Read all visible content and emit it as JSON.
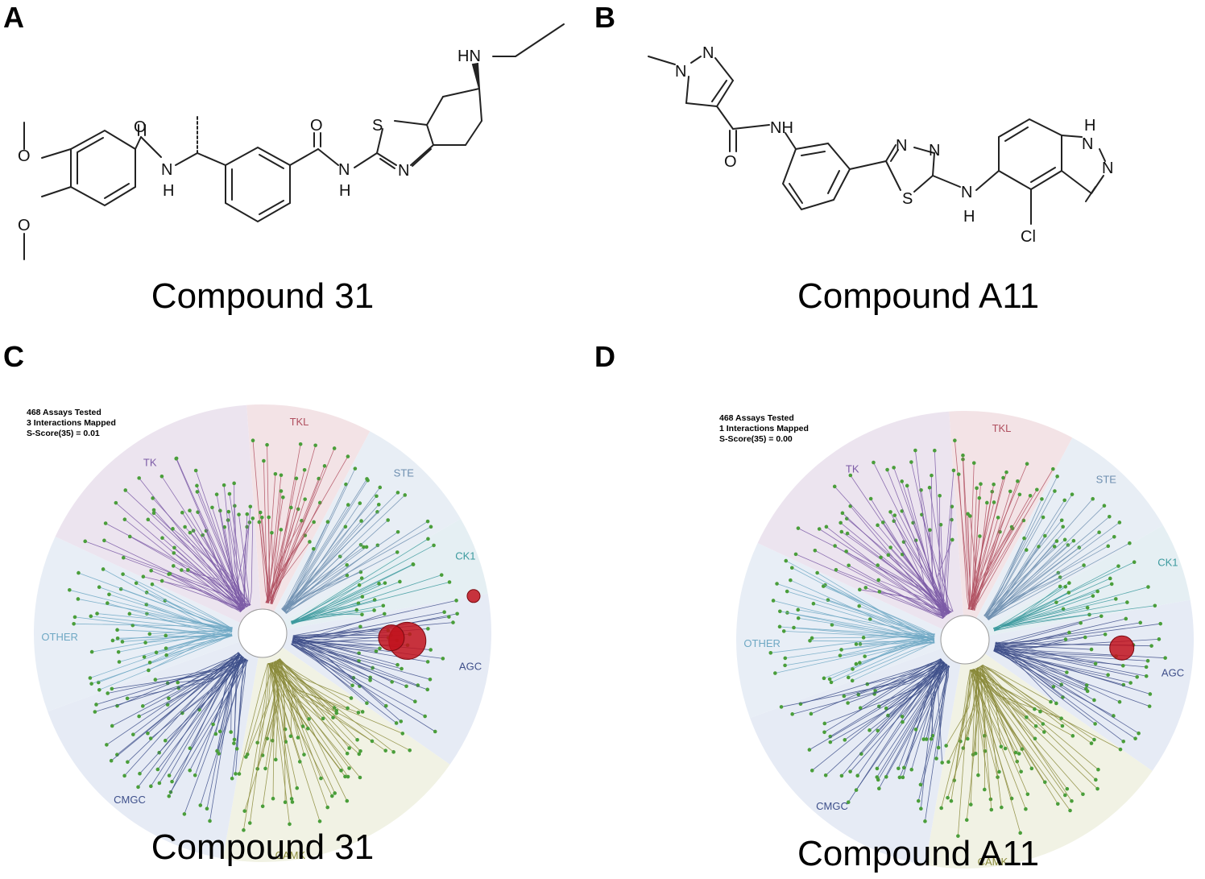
{
  "panels": {
    "A": {
      "letter": "A",
      "caption": "Compound 31"
    },
    "B": {
      "letter": "B",
      "caption": "Compound A11"
    },
    "C": {
      "letter": "C",
      "caption": "Compound 31",
      "stats": [
        "468 Assays Tested",
        "3 Interactions Mapped",
        "S-Score(35) = 0.01"
      ]
    },
    "D": {
      "letter": "D",
      "caption": "Compound A11",
      "stats": [
        "468 Assays Tested",
        "1 Interactions Mapped",
        "S-Score(35) = 0.00"
      ]
    }
  },
  "kinase_groups": [
    "TKL",
    "STE",
    "CK1",
    "AGC",
    "CAMK",
    "CMGC",
    "OTHER",
    "TK"
  ],
  "atom_labels": {
    "A": [
      "O",
      "O",
      "O",
      "O",
      "N",
      "H",
      "N",
      "H",
      "S",
      "N",
      "HN"
    ],
    "B": [
      "N",
      "N",
      "NH",
      "O",
      "N",
      "N",
      "S",
      "N",
      "H",
      "H",
      "N",
      "N",
      "Cl"
    ]
  },
  "colors": {
    "hit": "#c1121c",
    "leaf": "#4a9e3a",
    "TK": "#7b5aa6",
    "TKL": "#b05060",
    "STE": "#6e8fb0",
    "CK1": "#3c9a9e",
    "AGC": "#3f4f8a",
    "CAMK": "#8a8a3a",
    "CMGC": "#3d4f8a",
    "OTHER": "#6fa8c4"
  }
}
